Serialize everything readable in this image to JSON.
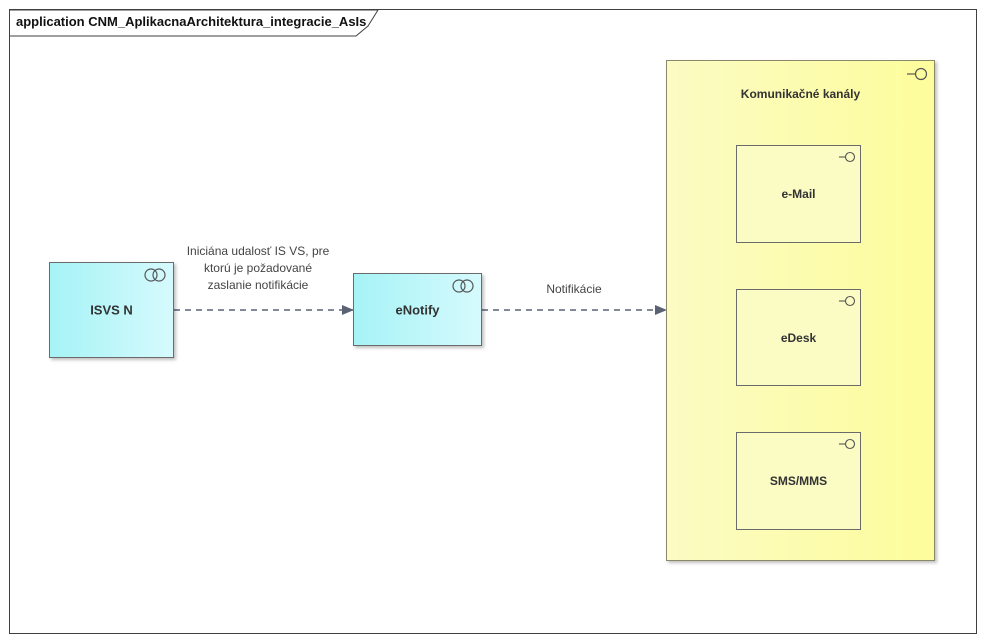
{
  "frame": {
    "title": "application CNM_AplikacnaArchitektura_integracie_AsIs"
  },
  "nodes": {
    "isvs": {
      "label": "ISVS N",
      "icon": "collaboration-icon"
    },
    "enotify": {
      "label": "eNotify",
      "icon": "collaboration-icon"
    },
    "channels": {
      "label": "Komunikačné kanály",
      "icon": "interface-icon",
      "items": [
        {
          "label": "e-Mail",
          "icon": "interface-icon"
        },
        {
          "label": "eDesk",
          "icon": "interface-icon"
        },
        {
          "label": "SMS/MMS",
          "icon": "interface-icon"
        }
      ]
    }
  },
  "edges": [
    {
      "label_lines": [
        "Iniciána udalosť IS VS, pre",
        "ktorú je požadované",
        "zaslanie notifikácie"
      ]
    },
    {
      "label_lines": [
        "Notifikácie"
      ]
    }
  ],
  "colors": {
    "application": "#a6f3f6",
    "group": "#fdfd9c",
    "edge": "#5a6273"
  }
}
